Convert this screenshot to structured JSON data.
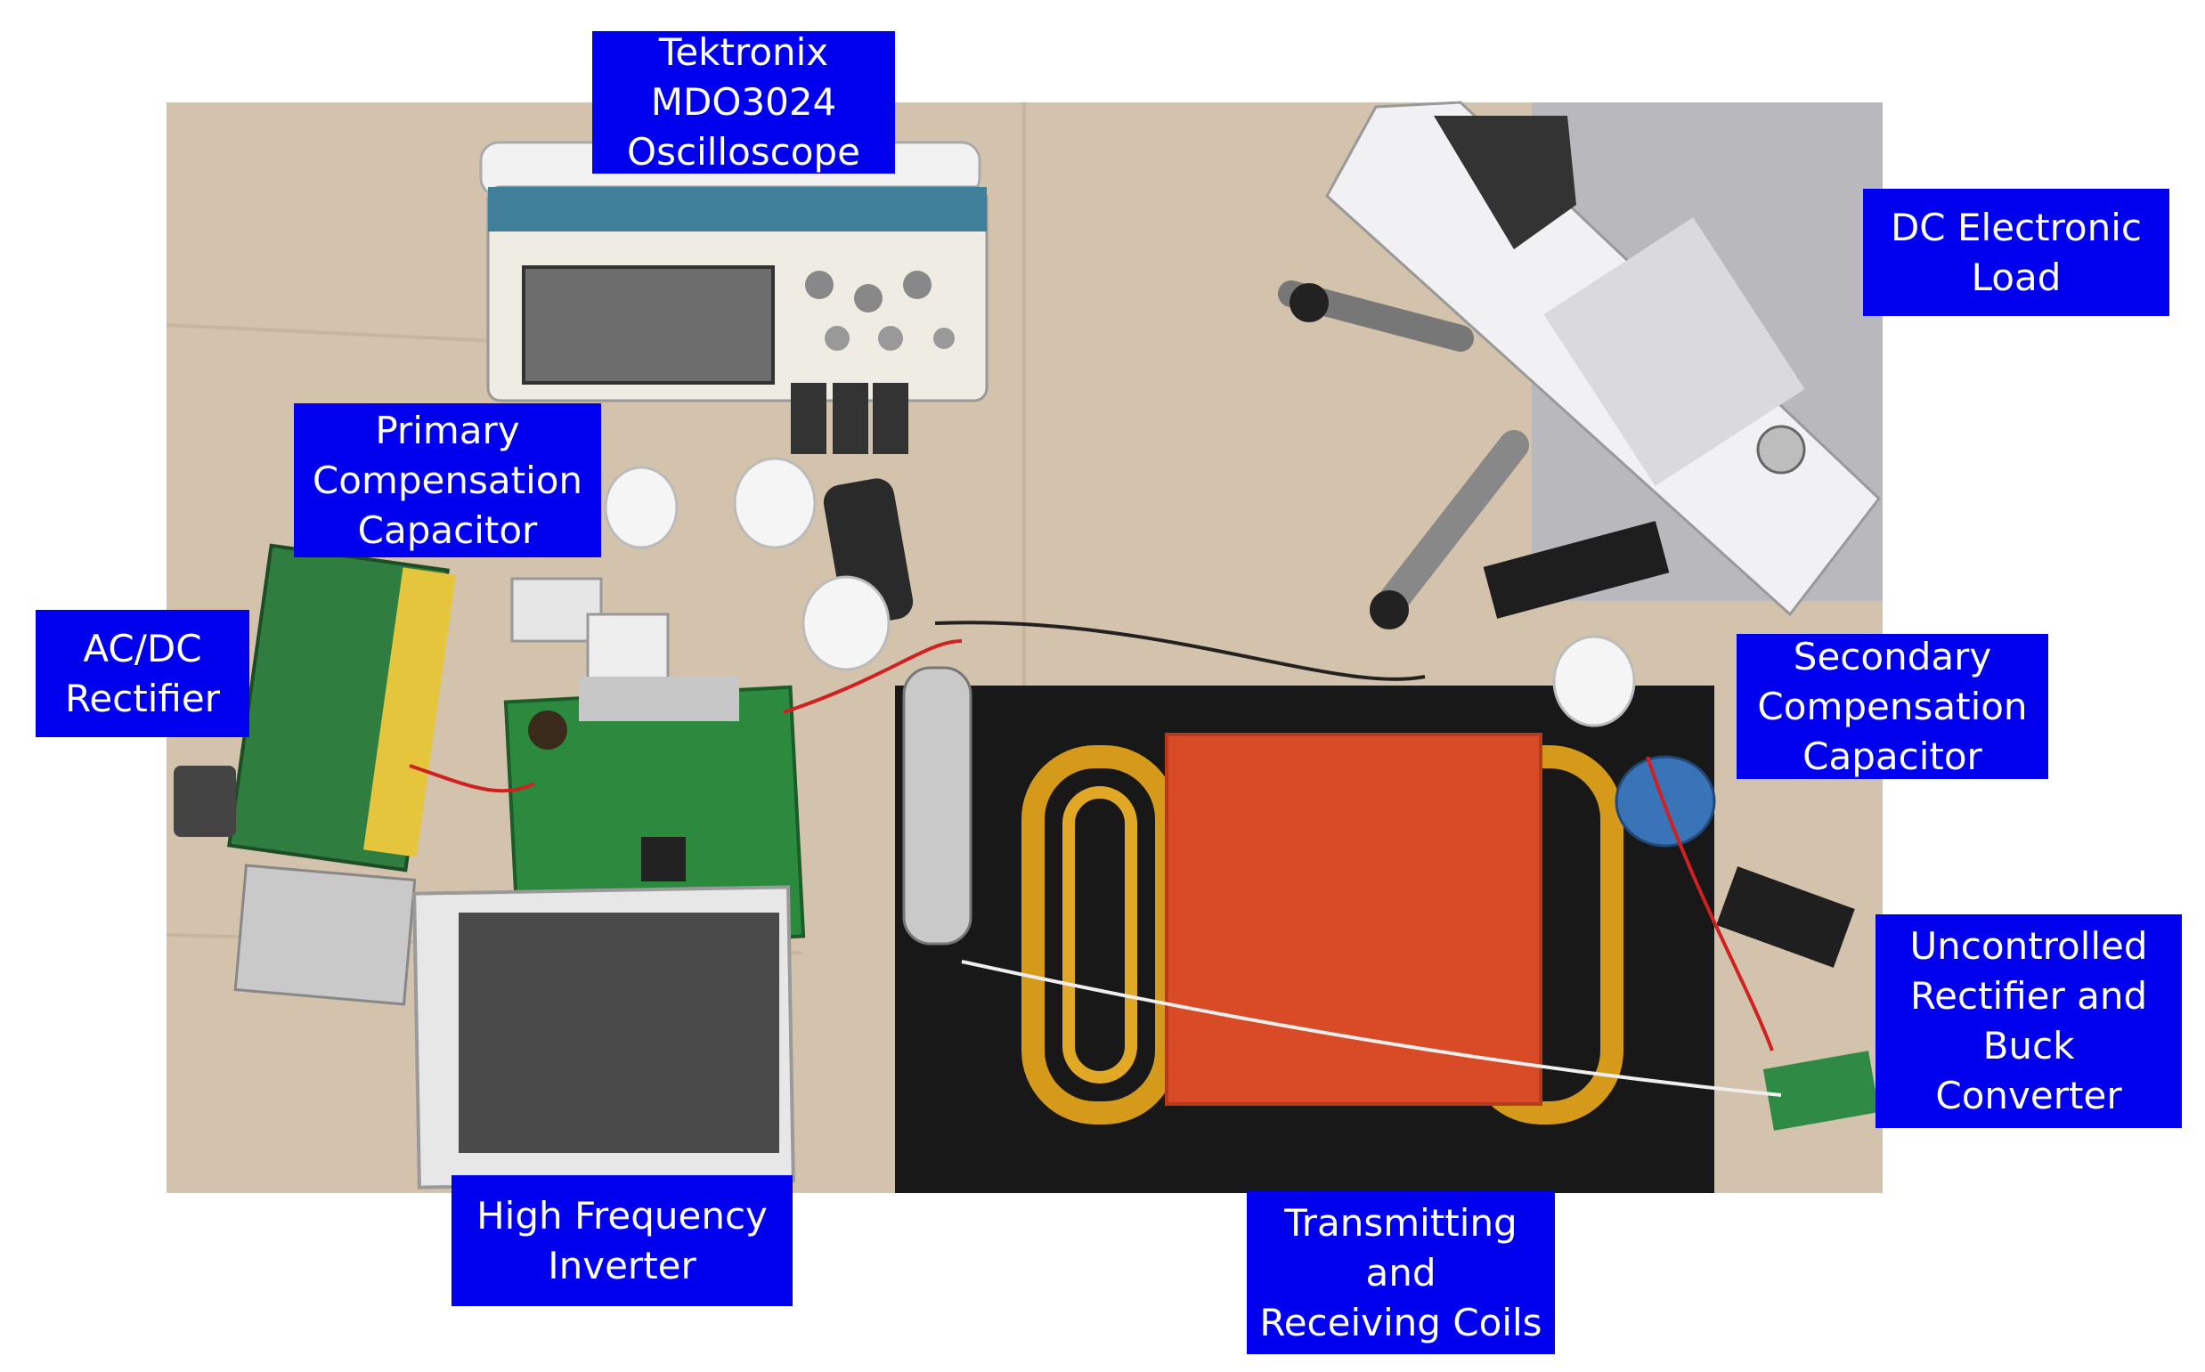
{
  "labels": {
    "oscilloscope": [
      "Tektronix",
      "MDO3024",
      "Oscilloscope"
    ],
    "dc_load": [
      "DC Electronic",
      "Load"
    ],
    "primary_cap": [
      "Primary",
      "Compensation",
      "Capacitor"
    ],
    "acdc": [
      "AC/DC",
      "Rectifier"
    ],
    "secondary_cap": [
      "Secondary",
      "Compensation",
      "Capacitor"
    ],
    "rectifier_buck": [
      "Uncontrolled",
      "Rectifier and",
      "Buck",
      "Converter"
    ],
    "inverter": [
      "High Frequency",
      "Inverter"
    ],
    "coils": [
      "Transmitting",
      "and",
      "Receiving Coils"
    ]
  },
  "colors": {
    "label_bg": "#0000ee",
    "label_text": "#ffffff"
  }
}
